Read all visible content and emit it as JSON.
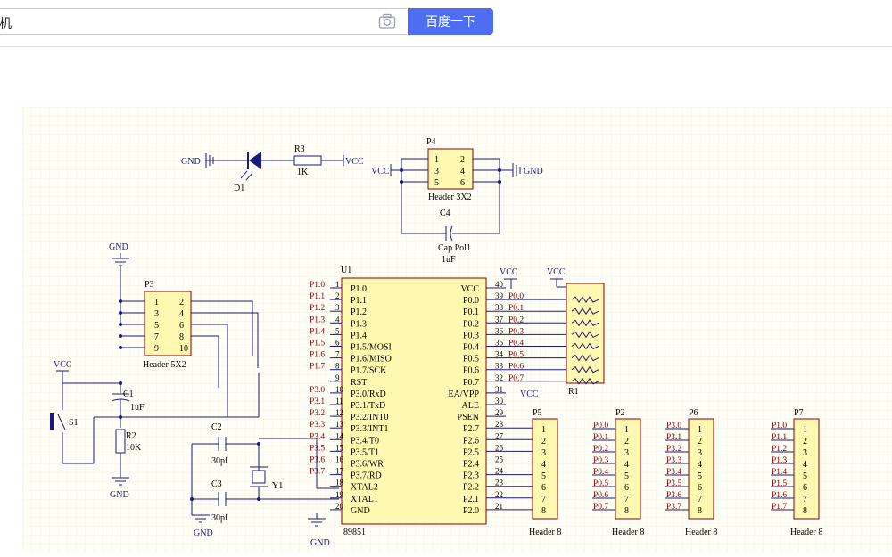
{
  "search": {
    "query": "机",
    "button": "百度一下"
  },
  "schematic": {
    "top_left": {
      "gnd": "GND",
      "d1": "D1",
      "r3": "R3",
      "r3_val": "1K",
      "vcc": "VCC"
    },
    "p4": {
      "ref": "P4",
      "pins_left": [
        "1",
        "3",
        "5"
      ],
      "pins_right": [
        "2",
        "4",
        "6"
      ],
      "vcc": "VCC",
      "gnd": "GND",
      "name": "Header 3X2",
      "c4": "C4",
      "c4_name": "Cap Pol1",
      "c4_val": "1uF"
    },
    "p3": {
      "ref": "P3",
      "gnd": "GND",
      "pins_left": [
        "1",
        "3",
        "5",
        "7",
        "9"
      ],
      "pins_right": [
        "2",
        "4",
        "6",
        "8",
        "10"
      ],
      "name": "Header 5X2"
    },
    "left_misc": {
      "vcc": "VCC",
      "c1": "C1",
      "c1_val": "1uF",
      "s1": "S1",
      "r2": "R2",
      "r2_val": "10K",
      "gnd": "GND",
      "c2": "C2",
      "c2_val": "30pf",
      "c3": "C3",
      "c3_val": "30pf",
      "y1": "Y1",
      "gnd2": "GND",
      "gnd3": "GND"
    },
    "u1": {
      "ref": "U1",
      "name": "89851",
      "left_pins": [
        {
          "net": "P1.0",
          "num": "1",
          "label": "P1.0"
        },
        {
          "net": "P1.1",
          "num": "2",
          "label": "P1.1"
        },
        {
          "net": "P1.2",
          "num": "3",
          "label": "P1.2"
        },
        {
          "net": "P1.3",
          "num": "4",
          "label": "P1.3"
        },
        {
          "net": "P1.4",
          "num": "5",
          "label": "P1.4"
        },
        {
          "net": "P1.5",
          "num": "6",
          "label": "P1.5/MOSI"
        },
        {
          "net": "P1.6",
          "num": "7",
          "label": "P1.6/MISO"
        },
        {
          "net": "P1.7",
          "num": "8",
          "label": "P1.7/SCK"
        },
        {
          "net": "",
          "num": "9",
          "label": "RST"
        },
        {
          "net": "P3.0",
          "num": "10",
          "label": "P3.0/RxD"
        },
        {
          "net": "P3.1",
          "num": "11",
          "label": "P3.1/TxD"
        },
        {
          "net": "P3.2",
          "num": "12",
          "label": "P3.2/INT0"
        },
        {
          "net": "P3.3",
          "num": "13",
          "label": "P3.3/INT1"
        },
        {
          "net": "P3.4",
          "num": "14",
          "label": "P3.4/T0"
        },
        {
          "net": "P3.5",
          "num": "15",
          "label": "P3.5/T1"
        },
        {
          "net": "P3.6",
          "num": "16",
          "label": "P3.6/WR"
        },
        {
          "net": "P3.7",
          "num": "17",
          "label": "P3.7/RD"
        },
        {
          "net": "",
          "num": "18",
          "label": "XTAL2"
        },
        {
          "net": "",
          "num": "19",
          "label": "XTAL1"
        },
        {
          "net": "",
          "num": "20",
          "label": "GND"
        }
      ],
      "right_pins": [
        {
          "net": "",
          "num": "40",
          "label": "VCC"
        },
        {
          "net": "P0.0",
          "num": "39",
          "label": "P0.0"
        },
        {
          "net": "P0.1",
          "num": "38",
          "label": "P0.1"
        },
        {
          "net": "P0.2",
          "num": "37",
          "label": "P0.2"
        },
        {
          "net": "P0.3",
          "num": "36",
          "label": "P0.3"
        },
        {
          "net": "P0.4",
          "num": "35",
          "label": "P0.4"
        },
        {
          "net": "P0.5",
          "num": "34",
          "label": "P0.5"
        },
        {
          "net": "P0.6",
          "num": "33",
          "label": "P0.6"
        },
        {
          "net": "P0.7",
          "num": "32",
          "label": "P0.7"
        },
        {
          "net": "VCC",
          "num": "31",
          "label": "EA/VPP"
        },
        {
          "net": "",
          "num": "30",
          "label": "ALE"
        },
        {
          "net": "",
          "num": "29",
          "label": "PSEN"
        },
        {
          "net": "",
          "num": "28",
          "label": "P2.7"
        },
        {
          "net": "",
          "num": "27",
          "label": "P2.6"
        },
        {
          "net": "",
          "num": "26",
          "label": "P2.5"
        },
        {
          "net": "",
          "num": "25",
          "label": "P2.4"
        },
        {
          "net": "",
          "num": "24",
          "label": "P2.3"
        },
        {
          "net": "",
          "num": "23",
          "label": "P2.2"
        },
        {
          "net": "",
          "num": "22",
          "label": "P2.1"
        },
        {
          "net": "",
          "num": "21",
          "label": "P2.0"
        }
      ],
      "vcc_top": "VCC",
      "gnd_bottom": "GND"
    },
    "r1": {
      "ref": "R1",
      "vcc": "VCC"
    },
    "headers8": [
      {
        "ref": "P5",
        "nets": [],
        "name": "Header 8"
      },
      {
        "ref": "P2",
        "nets": [
          "P0.0",
          "P0.1",
          "P0.2",
          "P0.3",
          "P0.4",
          "P0.5",
          "P0.6",
          "P0.7"
        ],
        "name": "Header 8"
      },
      {
        "ref": "P6",
        "nets": [
          "P3.0",
          "P3.1",
          "P3.2",
          "P3.3",
          "P3.4",
          "P3.5",
          "P3.6",
          "P3.7"
        ],
        "name": "Header 8"
      },
      {
        "ref": "P7",
        "nets": [
          "P1.0",
          "P1.1",
          "P1.2",
          "P1.3",
          "P1.4",
          "P1.5",
          "P1.6",
          "P1.7"
        ],
        "name": "Header 8"
      }
    ],
    "pin_numbers_8": [
      "1",
      "2",
      "3",
      "4",
      "5",
      "6",
      "7",
      "8"
    ]
  }
}
